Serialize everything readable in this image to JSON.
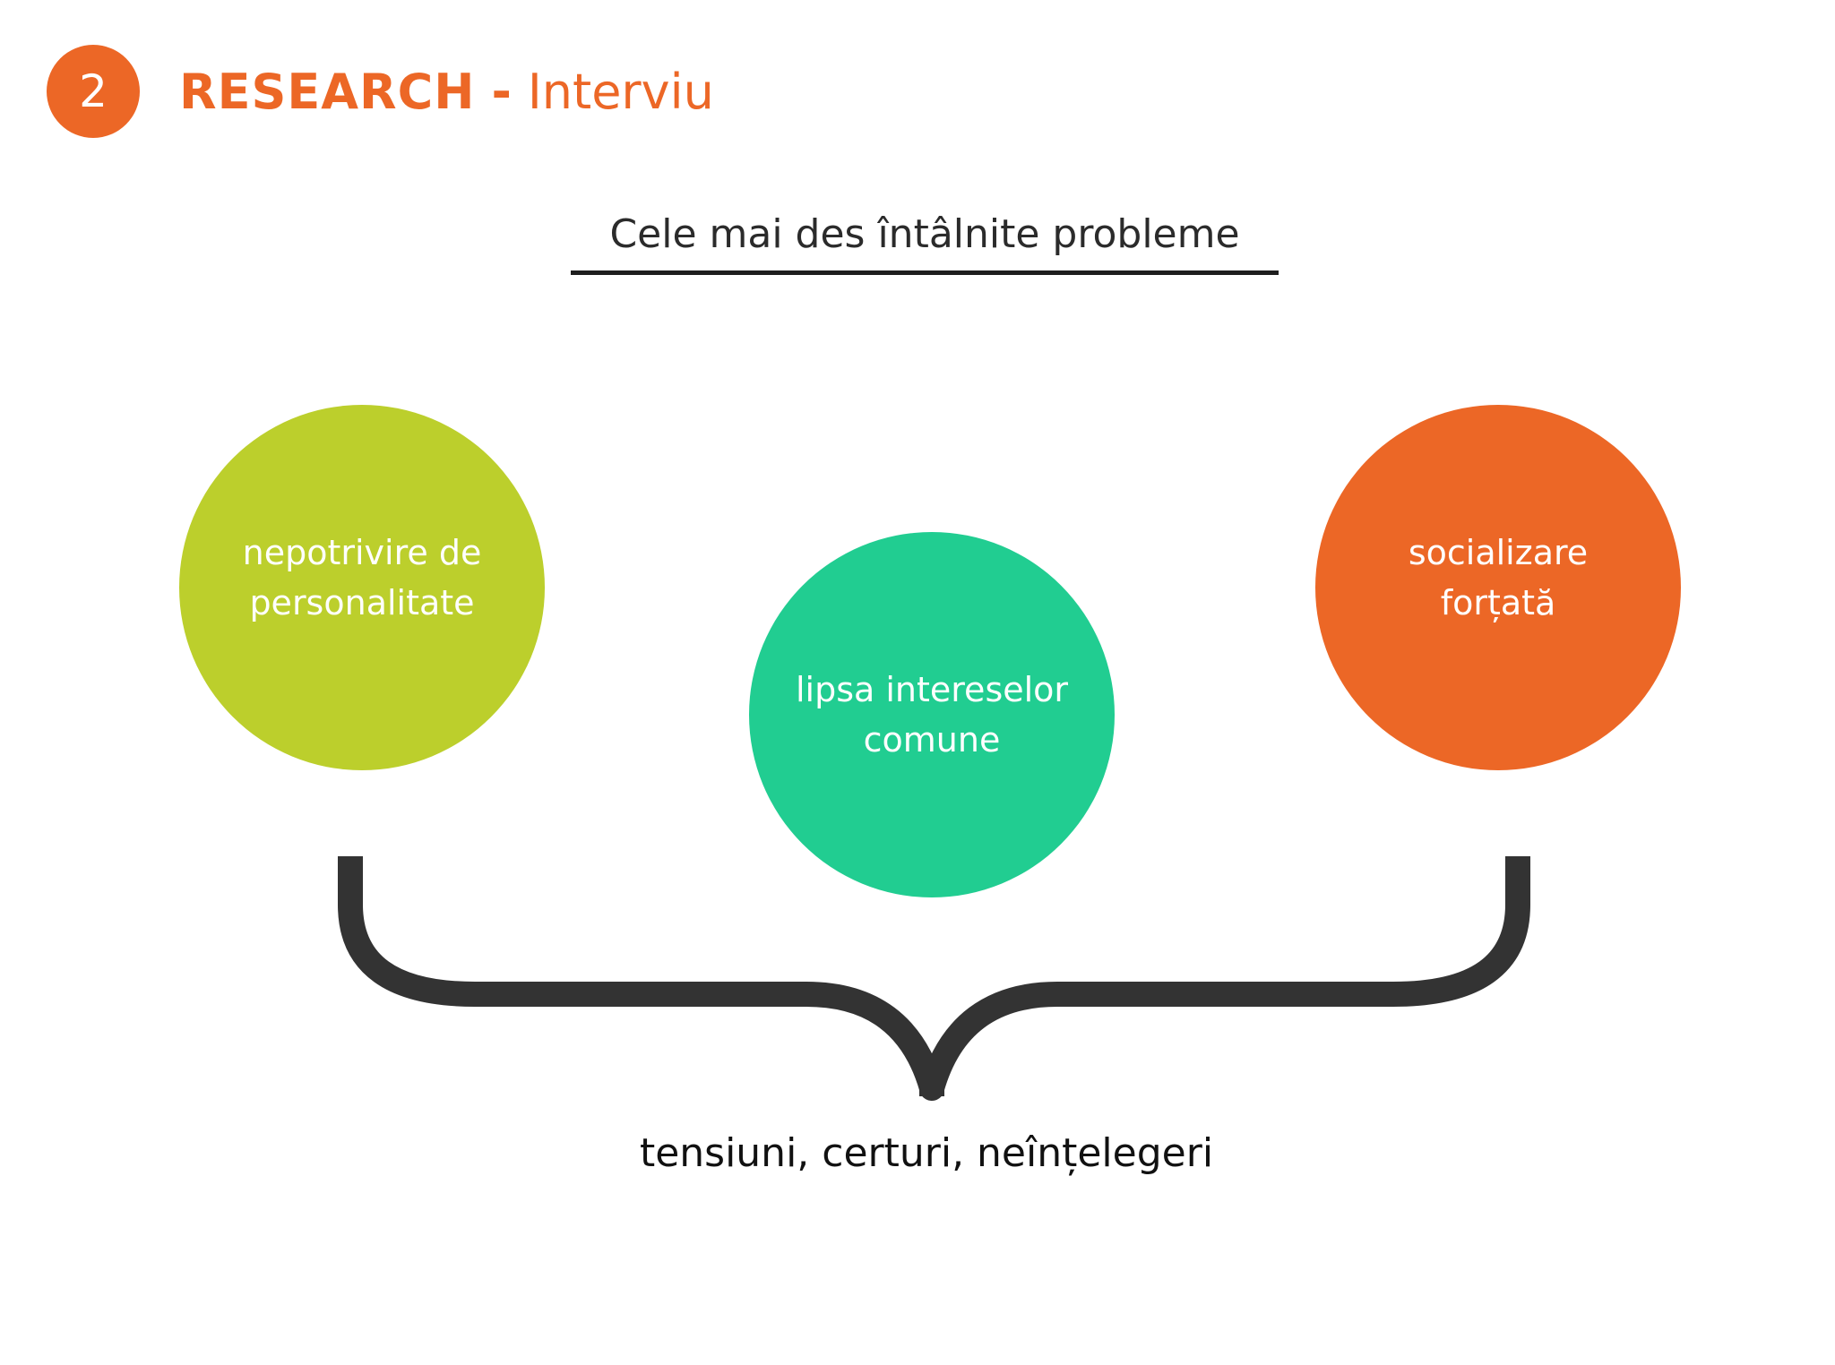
{
  "header": {
    "number": "2",
    "title_bold": "RESEARCH",
    "separator": "-",
    "title_light": "Interviu"
  },
  "section": {
    "heading": "Cele mai des întâlnite probleme"
  },
  "problems": [
    {
      "label": "nepotrivire de personalitate",
      "color": "#bccf2c"
    },
    {
      "label": "lipsa intereselor comune",
      "color": "#21cd91"
    },
    {
      "label": "socializare forțată",
      "color": "#ec6726"
    }
  ],
  "result": {
    "label": "tensiuni, certuri, neînțelegeri"
  },
  "colors": {
    "accent": "#ec6726",
    "brace": "#333333",
    "heading_rule": "#1e1e1e"
  }
}
